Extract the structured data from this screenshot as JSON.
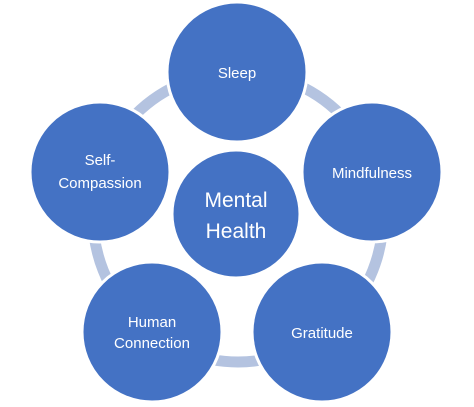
{
  "diagram": {
    "center": {
      "line1": "Mental",
      "line2": "Health"
    },
    "nodes": [
      {
        "id": "sleep",
        "lines": [
          "Sleep"
        ]
      },
      {
        "id": "mindfulness",
        "lines": [
          "Mindfulness"
        ]
      },
      {
        "id": "gratitude",
        "lines": [
          "Gratitude"
        ]
      },
      {
        "id": "human-connection",
        "lines": [
          "Human",
          "Connection"
        ]
      },
      {
        "id": "self-compassion",
        "lines": [
          "Self-",
          "Compassion"
        ]
      }
    ]
  },
  "colors": {
    "node_fill": "#4472C4",
    "node_stroke": "#ffffff",
    "ring": "#B4C3E0",
    "text": "#ffffff",
    "background": "#ffffff"
  }
}
